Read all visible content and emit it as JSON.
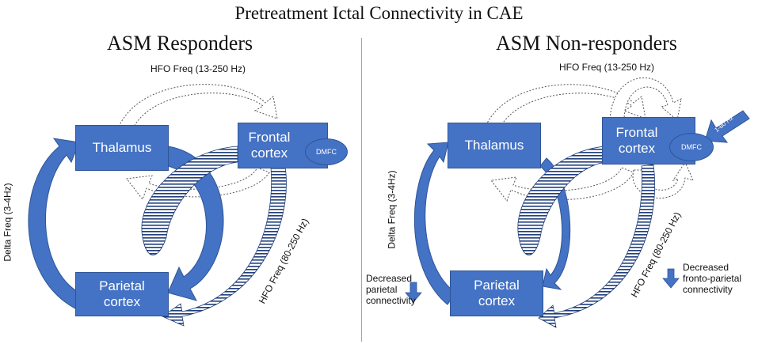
{
  "title": "Pretreatment Ictal Connectivity in CAE",
  "left_panel": {
    "heading": "ASM Responders",
    "thalamus": "Thalamus",
    "frontal_line1": "Frontal",
    "frontal_line2": "cortex",
    "dmfc": "DMFC",
    "parietal_line1": "Parietal",
    "parietal_line2": "cortex",
    "hfo_top_label": "HFO Freq (13-250 Hz)",
    "delta_label": "Delta Freq (3-4Hz)",
    "hfo_diag_label": "HFO Freq (80-250 Hz)"
  },
  "right_panel": {
    "heading": "ASM Non-responders",
    "thalamus": "Thalamus",
    "frontal_line1": "Frontal",
    "frontal_line2": "cortex",
    "dmfc": "DMFC",
    "parietal_line1": "Parietal",
    "parietal_line2": "cortex",
    "hfo_top_label": "HFO Freq (13-250 Hz)",
    "delta_label": "Delta Freq (3-4Hz)",
    "hfo_diag_label": "HFO Freq (80-250 Hz)",
    "input_arrow_label": "1-80 Hz",
    "note_parietal": [
      "Decreased",
      "parietal",
      "connectivity"
    ],
    "note_fronto": [
      "Decreased",
      "fronto-parietal",
      "connectivity"
    ]
  },
  "colors": {
    "node": "#4472c4",
    "node_dark": "#2f5597",
    "hatch": "#1f3d7a"
  }
}
